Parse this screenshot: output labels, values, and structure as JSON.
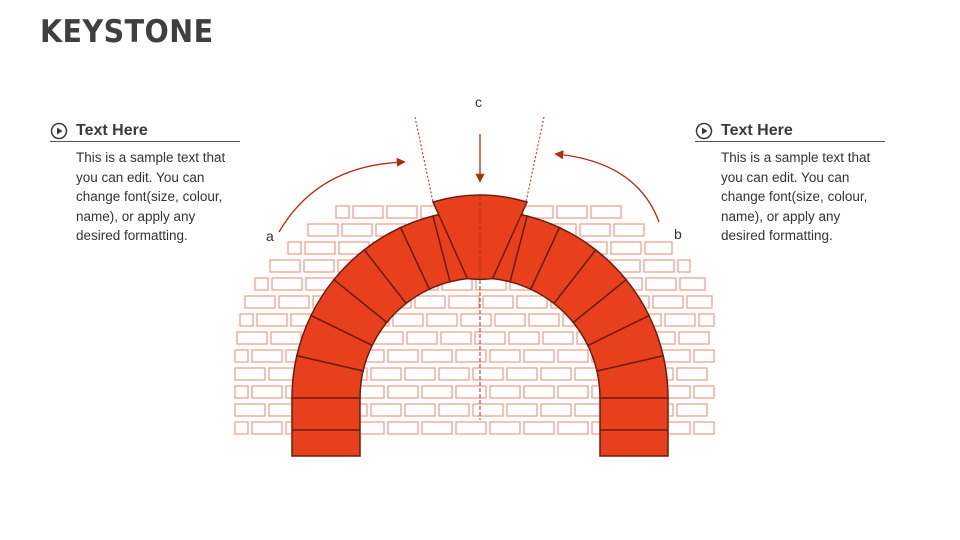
{
  "title": "KEYSTONE",
  "left_callout": {
    "heading": "Text Here",
    "body": "This is a sample text that you can edit. You can change font(size, colour, name), or apply any desired formatting."
  },
  "right_callout": {
    "heading": "Text Here",
    "body": "This is a sample text that you can edit. You can change font(size, colour, name), or apply any desired formatting."
  },
  "diagram": {
    "label_a": "a",
    "label_b": "b",
    "label_c": "c"
  },
  "colors": {
    "arch_fill": "#e8401c",
    "arch_outline": "#6b1d10",
    "brick_outline": "#f09a88",
    "arrow": "#b32b12"
  }
}
